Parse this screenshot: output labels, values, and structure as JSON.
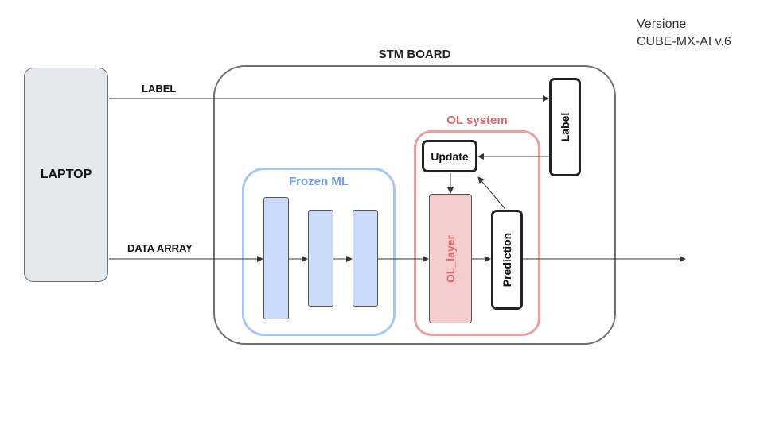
{
  "version": {
    "line1": "Versione",
    "line2": "CUBE-MX-AI v.6"
  },
  "laptop": {
    "label": "LAPTOP"
  },
  "board": {
    "title": "STM BOARD"
  },
  "edges": {
    "label": "LABEL",
    "data_array": "DATA ARRAY"
  },
  "frozen_ml": {
    "title": "Frozen ML"
  },
  "ol_system": {
    "title": "OL system",
    "update": "Update",
    "ol_layer": "OL_layer",
    "prediction": "Prediction"
  },
  "label_box": {
    "text": "Label"
  },
  "colors": {
    "frozen": "#a8c6f5",
    "ol": "#e8a0a0",
    "layer_fill": "#c9daf8",
    "ol_layer_fill": "#f4cccc"
  }
}
